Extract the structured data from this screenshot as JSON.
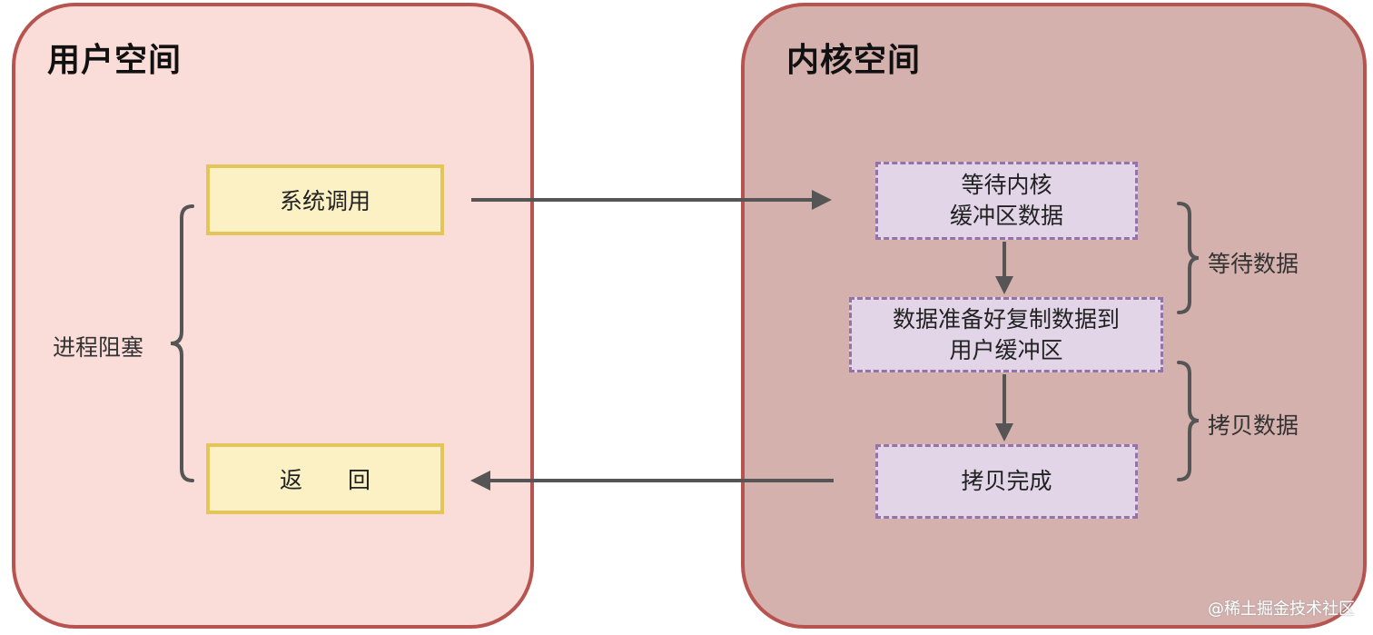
{
  "user_space": {
    "title": "用户空间",
    "syscall_label": "系统调用",
    "return_label": "返　　回",
    "block_label": "进程阻塞"
  },
  "kernel_space": {
    "title": "内核空间",
    "wait_box": {
      "line1": "等待内核",
      "line2": "缓冲区数据"
    },
    "ready_box": {
      "line1": "数据准备好复制数据到",
      "line2": "用户缓冲区"
    },
    "done_box": "拷贝完成",
    "wait_label": "等待数据",
    "copy_label": "拷贝数据"
  },
  "watermark": "@稀土掘金技术社区",
  "colors": {
    "user_panel_fill": "#fadcd9",
    "kernel_panel_fill": "#d5b1ae",
    "panel_border": "#b85450",
    "yellow_fill": "#fbf1c4",
    "yellow_border": "#e3c55a",
    "purple_fill": "#e1d5e7",
    "purple_border": "#9673a6",
    "arrow": "#555555"
  }
}
